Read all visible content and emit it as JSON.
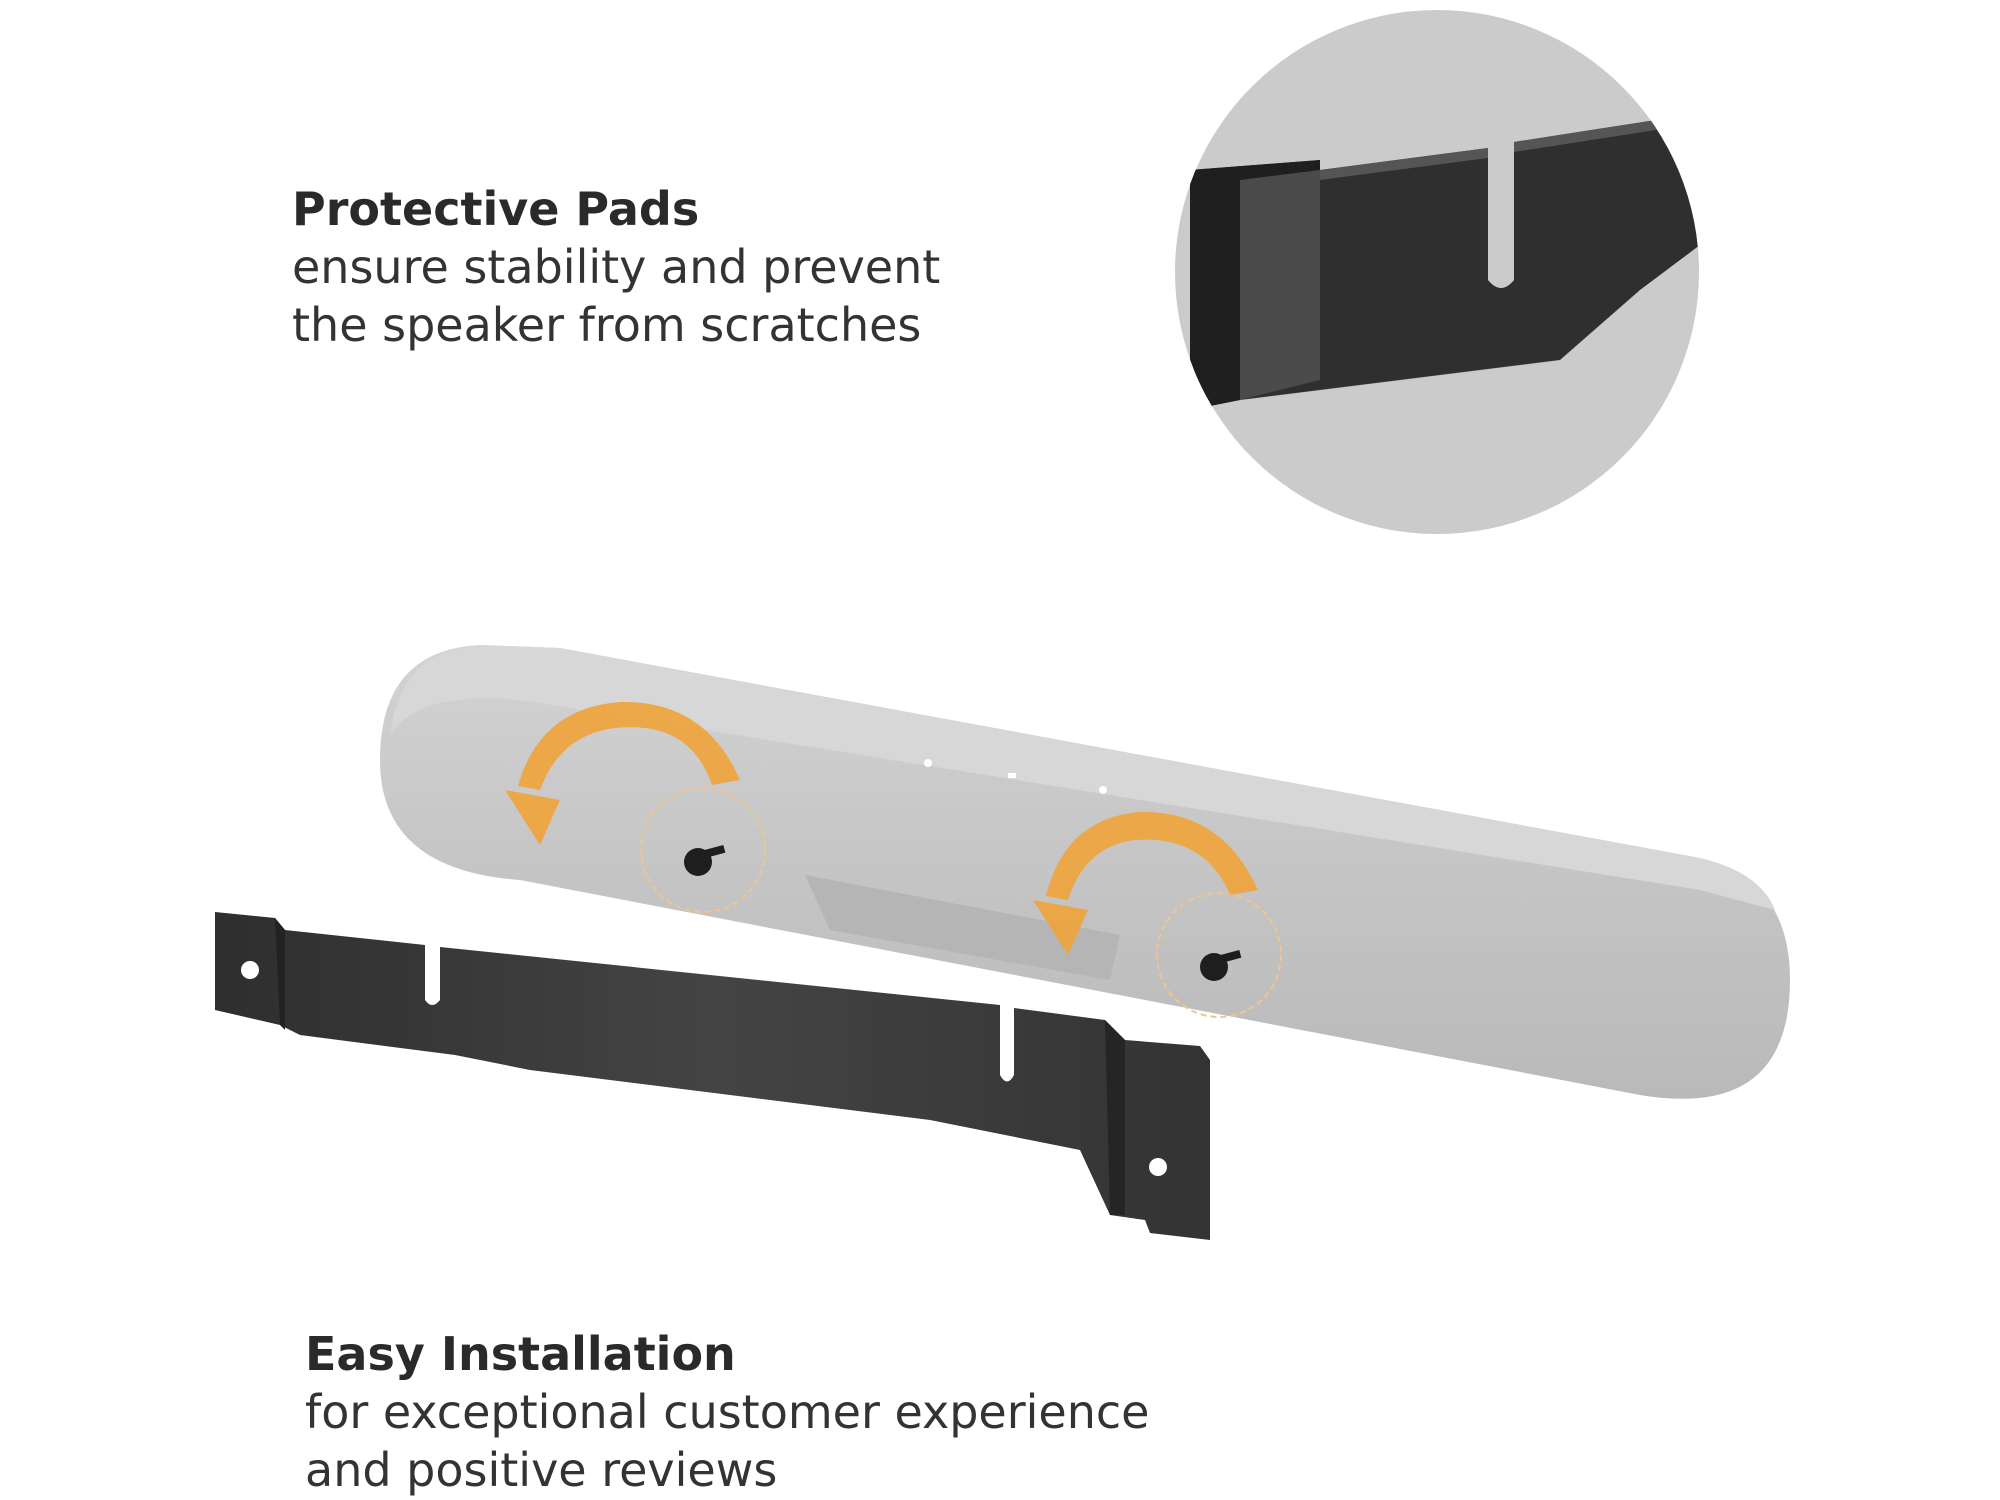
{
  "features": {
    "protective_pads": {
      "title": "Protective Pads",
      "line1": "ensure stability and prevent",
      "line2": "the speaker from scratches"
    },
    "easy_installation": {
      "title": "Easy Installation",
      "line1": "for exceptional customer experience",
      "line2": "and positive reviews"
    }
  },
  "colors": {
    "text_dark": "#2a2a2a",
    "zoom_circle": "#c9c9c9",
    "bracket": "#3b3b3b",
    "speaker": "#c4c4c4",
    "arrow": "#f0a43a"
  },
  "icons": {
    "zoom_detail": "zoom-circle-icon",
    "rotate_arrow": "curved-arrow-icon",
    "screw": "screw-icon"
  }
}
